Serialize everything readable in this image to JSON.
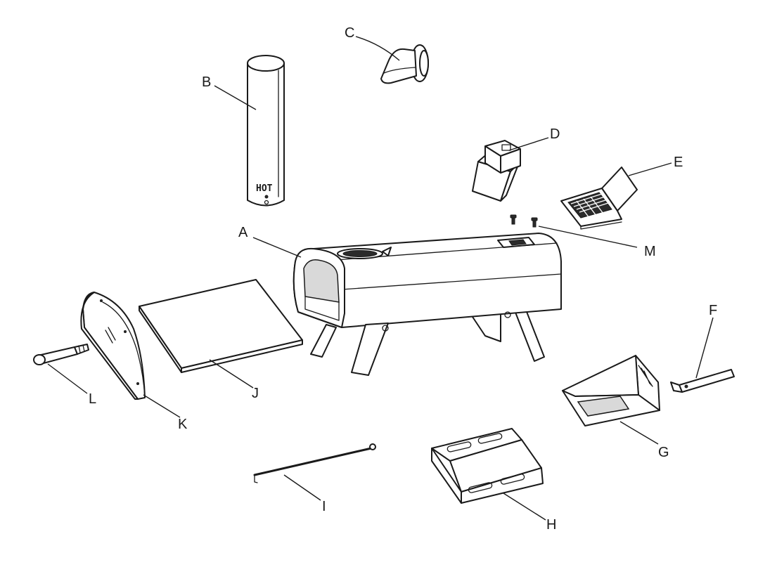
{
  "diagram": {
    "hot_text": "HOT",
    "callouts": [
      {
        "id": "a",
        "text": "A"
      },
      {
        "id": "b",
        "text": "B"
      },
      {
        "id": "c",
        "text": "C"
      },
      {
        "id": "d",
        "text": "D"
      },
      {
        "id": "e",
        "text": "E"
      },
      {
        "id": "f",
        "text": "F"
      },
      {
        "id": "g",
        "text": "G"
      },
      {
        "id": "h",
        "text": "H"
      },
      {
        "id": "i",
        "text": "I"
      },
      {
        "id": "j",
        "text": "J"
      },
      {
        "id": "k",
        "text": "K"
      },
      {
        "id": "l",
        "text": "L"
      },
      {
        "id": "m",
        "text": "M"
      }
    ]
  }
}
